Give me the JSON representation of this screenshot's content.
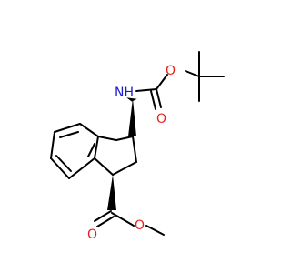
{
  "atoms": {
    "nh": {
      "label": "NH",
      "color": "#1a1acd"
    },
    "o_carbonyl": {
      "label": "O",
      "color": "#e8211c"
    },
    "o_ether": {
      "label": "O",
      "color": "#e8211c"
    },
    "o_ester_carbonyl": {
      "label": "O",
      "color": "#e8211c"
    },
    "o_ester_ether": {
      "label": "O",
      "color": "#e8211c"
    }
  }
}
